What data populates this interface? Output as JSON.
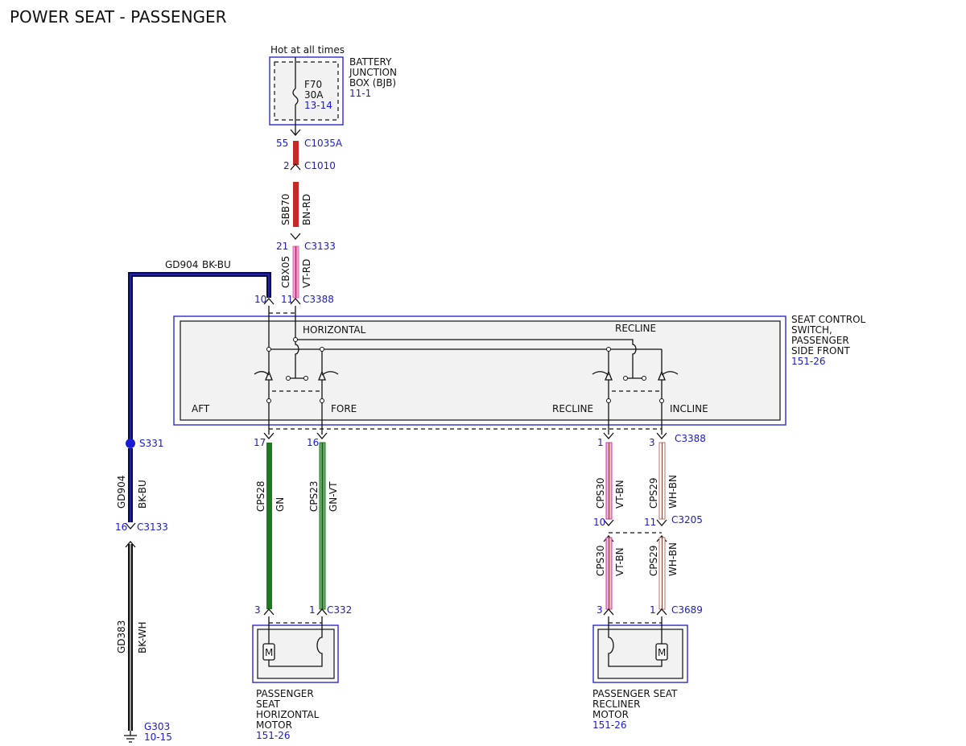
{
  "title": "POWER SEAT - PASSENGER",
  "colors": {
    "accent_blue": "#1a1ad6",
    "wire_red": "#c62828",
    "wire_pink": "#e060c0",
    "wire_dark_blue": "#0a0a50",
    "wire_green": "#1e7a1e",
    "wire_green_violet": "#2e7d32",
    "wire_violet_brown": "#c040b0",
    "wire_white_brown": "#b07070"
  },
  "bjb": {
    "hot_label": "Hot at all times",
    "name": "BATTERY\nJUNCTION\nBOX (BJB)",
    "ref": "11-1",
    "fuse_name": "F70",
    "fuse_rating": "30A",
    "fuse_ref": "13-14"
  },
  "connectors": {
    "c1035a": {
      "pin": "55",
      "name": "C1035A"
    },
    "c1010": {
      "pin": "2",
      "name": "C1010"
    },
    "c3133_top": {
      "pin": "21",
      "name": "C3133"
    },
    "c3388_top_pin_a": "10",
    "c3388_top_pin_b": "11",
    "c3388_top_name": "C3388",
    "c3388_bottom_pins": [
      "17",
      "16",
      "1",
      "3"
    ],
    "c3388_bottom_name": "C3388",
    "c3133_left": {
      "pin": "16",
      "name": "C3133"
    },
    "c3205_pins": [
      "10",
      "11"
    ],
    "c3205_name": "C3205",
    "c332_pins": [
      "3",
      "1"
    ],
    "c332_name": "C332",
    "c3689_pins": [
      "3",
      "1"
    ],
    "c3689_name": "C3689"
  },
  "wires": {
    "sbb70": {
      "circuit": "SBB70",
      "color": "BN-RD"
    },
    "cbx05": {
      "circuit": "CBX05",
      "color": "VT-RD"
    },
    "gd904_top": {
      "circuit": "GD904",
      "color": "BK-BU"
    },
    "gd904_left": {
      "circuit": "GD904",
      "color": "BK-BU"
    },
    "gd383": {
      "circuit": "GD383",
      "color": "BK-WH"
    },
    "cps28": {
      "circuit": "CPS28",
      "color": "GN"
    },
    "cps23": {
      "circuit": "CPS23",
      "color": "GN-VT"
    },
    "cps30_a": {
      "circuit": "CPS30",
      "color": "VT-BN"
    },
    "cps29_a": {
      "circuit": "CPS29",
      "color": "WH-BN"
    },
    "cps30_b": {
      "circuit": "CPS30",
      "color": "VT-BN"
    },
    "cps29_b": {
      "circuit": "CPS29",
      "color": "WH-BN"
    }
  },
  "splice": {
    "name": "S331"
  },
  "ground": {
    "name": "G303",
    "ref": "10-15"
  },
  "switch": {
    "name": "SEAT CONTROL\nSWITCH,\nPASSENGER\nSIDE FRONT",
    "ref": "151-26",
    "horizontal_label": "HORIZONTAL",
    "recline_header": "RECLINE",
    "aft_label": "AFT",
    "fore_label": "FORE",
    "recline_label": "RECLINE",
    "incline_label": "INCLINE"
  },
  "motors": {
    "horizontal": {
      "name": "PASSENGER\nSEAT\nHORIZONTAL\nMOTOR",
      "ref": "151-26",
      "symbol": "M"
    },
    "recliner": {
      "name": "PASSENGER SEAT\nRECLINER\nMOTOR",
      "ref": "151-26",
      "symbol": "M"
    }
  }
}
